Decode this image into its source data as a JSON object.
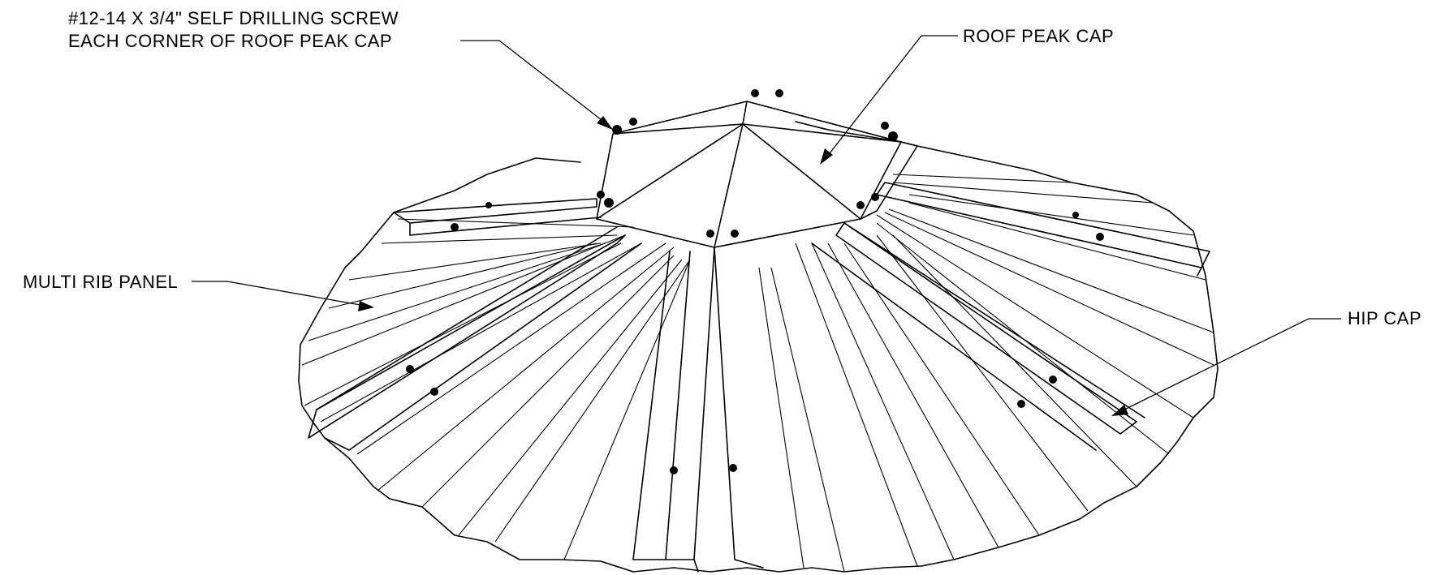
{
  "labels": {
    "screw_line1": "#12-14 X 3/4\" SELF DRILLING SCREW",
    "screw_line2": "EACH CORNER OF ROOF PEAK CAP",
    "roof_peak_cap": "ROOF PEAK CAP",
    "multi_rib_panel": "MULTI RIB PANEL",
    "hip_cap": "HIP CAP"
  },
  "colors": {
    "line": "#000000",
    "background": "#ffffff"
  }
}
